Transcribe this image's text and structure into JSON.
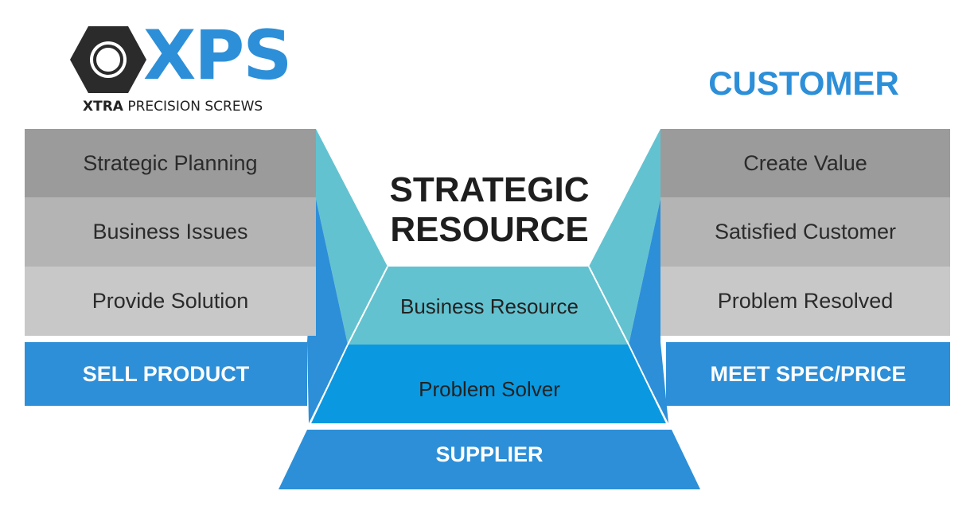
{
  "logo": {
    "wordmark": "XPS",
    "tagline_bold": "XTRA",
    "tagline_rest": " PRECISION SCREWS",
    "icon": "hex-nut-icon"
  },
  "customer_heading": "CUSTOMER",
  "left_column": {
    "items": [
      "Strategic Planning",
      "Business Issues",
      "Provide Solution"
    ],
    "action": "SELL PRODUCT"
  },
  "right_column": {
    "items": [
      "Create Value",
      "Satisfied Customer",
      "Problem Resolved"
    ],
    "action": "MEET SPEC/PRICE"
  },
  "center": {
    "title_line1": "STRATEGIC",
    "title_line2": "RESOURCE",
    "level_upper": "Business Resource",
    "level_lower": "Problem Solver",
    "base": "SUPPLIER"
  },
  "colors": {
    "blue": "#2d8fd8",
    "teal": "#63c2d0",
    "dark_gray": "#9b9b9b",
    "mid_gray": "#b4b4b4",
    "light_gray": "#c8c8c8"
  }
}
